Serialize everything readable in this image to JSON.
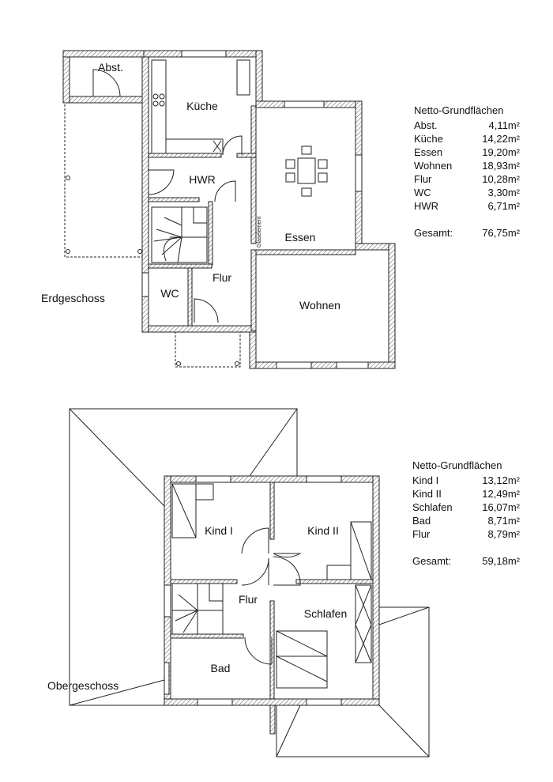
{
  "ground_floor": {
    "label": "Erdgeschoss",
    "rooms": {
      "abst": "Abst.",
      "kueche": "Küche",
      "hwr": "HWR",
      "essen": "Essen",
      "flur": "Flur",
      "wc": "WC",
      "wohnen": "Wohnen",
      "glaselement": "Glaselement"
    },
    "areas": {
      "title": "Netto-Grundflächen",
      "rows": [
        {
          "name": "Abst.",
          "value": "4,11m²"
        },
        {
          "name": "Küche",
          "value": "14,22m²"
        },
        {
          "name": "Essen",
          "value": "19,20m²"
        },
        {
          "name": "Wohnen",
          "value": "18,93m²"
        },
        {
          "name": "Flur",
          "value": "10,28m²"
        },
        {
          "name": "WC",
          "value": "3,30m²"
        },
        {
          "name": "HWR",
          "value": "6,71m²"
        }
      ],
      "total_label": "Gesamt:",
      "total_value": "76,75m²"
    }
  },
  "upper_floor": {
    "label": "Obergeschoss",
    "rooms": {
      "kind1": "Kind I",
      "kind2": "Kind II",
      "flur": "Flur",
      "schlafen": "Schlafen",
      "bad": "Bad"
    },
    "areas": {
      "title": "Netto-Grundflächen",
      "rows": [
        {
          "name": "Kind I",
          "value": "13,12m²"
        },
        {
          "name": "Kind II",
          "value": "12,49m²"
        },
        {
          "name": "Schlafen",
          "value": "16,07m²"
        },
        {
          "name": "Bad",
          "value": "8,71m²"
        },
        {
          "name": "Flur",
          "value": "8,79m²"
        }
      ],
      "total_label": "Gesamt:",
      "total_value": "59,18m²"
    }
  },
  "colors": {
    "wall_line": "#222222",
    "hatch": "#555555",
    "paper": "#ffffff"
  }
}
